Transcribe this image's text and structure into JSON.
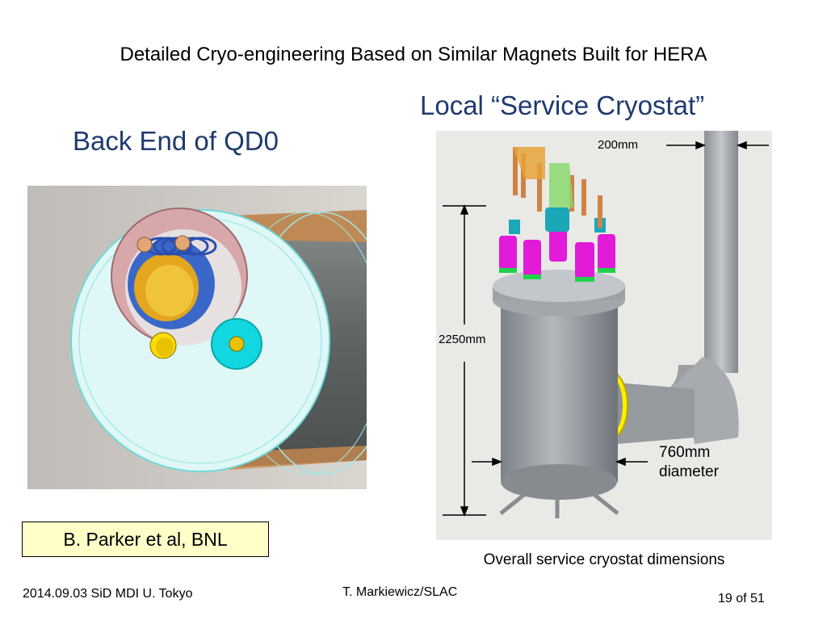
{
  "slide": {
    "title": "Detailed Cryo-engineering Based on Similar Magnets Built for HERA",
    "left_heading": "Back End of QD0",
    "right_heading": "Local “Service Cryostat”"
  },
  "figure_right": {
    "dim_top": "200mm",
    "dim_height": "2250mm",
    "dim_diameter_line1": "760mm",
    "dim_diameter_line2": "diameter",
    "caption": "Overall service cryostat dimensions"
  },
  "credit": "B. Parker et al, BNL",
  "footer": {
    "left": "2014.09.03 SiD MDI U. Tokyo",
    "center": "T. Markiewicz/SLAC",
    "right": "19 of 51"
  },
  "colors": {
    "heading_blue": "#1f3a6e",
    "credit_box_bg": "#ffffc8"
  }
}
